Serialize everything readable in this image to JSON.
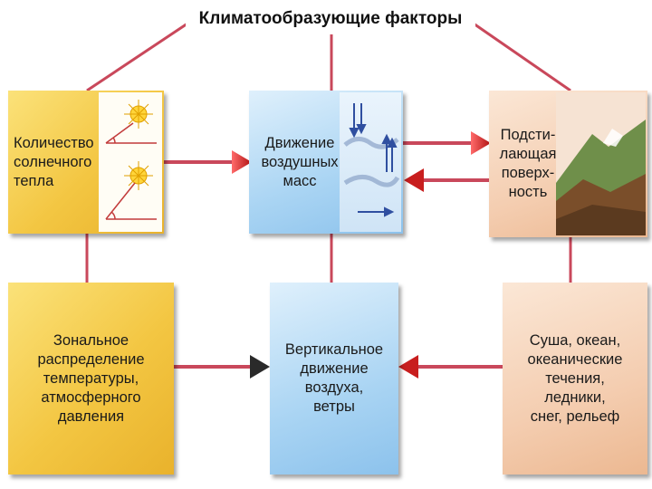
{
  "title": "Климатообразующие факторы",
  "boxes": {
    "solar": "Количество\nсолнечного\nтепла",
    "air_masses": "Движение\nвоздушных\nмасс",
    "surface": "Подсти-\nлающая\nповерх-\nность",
    "zonal": "Зональное\nраспределение\nтемпературы,\nатмосферного\nдавления",
    "vertical": "Вертикальное\nдвижение\nвоздуха,\nветры",
    "land": "Суша, океан,\nокеанические\nтечения,\nледники,\nснег, рельеф"
  },
  "colors": {
    "connector": "#c9485b",
    "arrowhead": "#d62e2e",
    "yellow_box": "#f3c642",
    "blue_box": "#a9d4f3",
    "peach_box": "#f4cdb0"
  },
  "icons": {
    "solar_picture": "sun-angle-icon",
    "air_picture": "air-mass-arrows-icon",
    "surface_picture": "mountain-landscape-icon"
  }
}
